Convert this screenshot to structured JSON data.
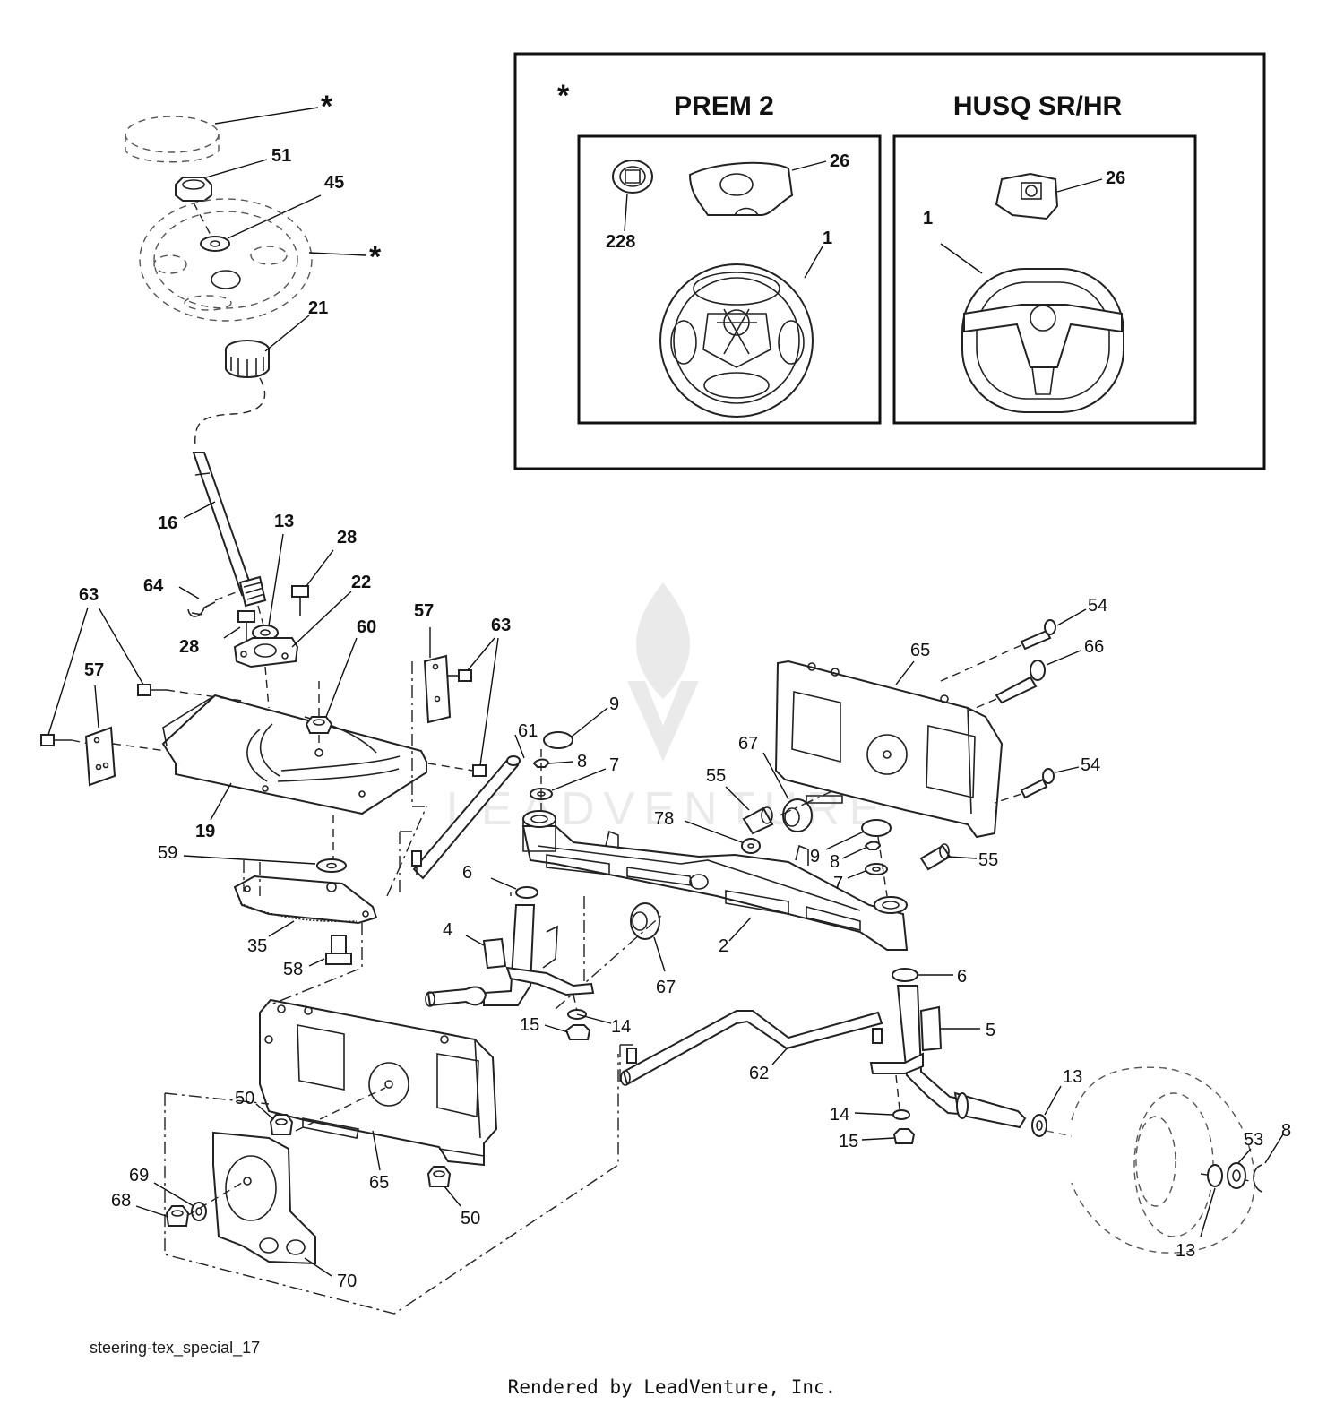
{
  "diagram": {
    "name": "steering-tex_special_17",
    "footer": "Rendered by LeadVenture, Inc.",
    "watermark": "LEADVENTURE"
  },
  "inset": {
    "star": "*",
    "panel_left": {
      "title": "PREM 2",
      "callouts": [
        "26",
        "228",
        "1"
      ]
    },
    "panel_right": {
      "title": "HUSQ SR/HR",
      "callouts": [
        "26",
        "1"
      ]
    }
  },
  "callouts": {
    "c_star_cap": "*",
    "c_star_wheel": "*",
    "c51": "51",
    "c45": "45",
    "c21": "21",
    "c16": "16",
    "c13a": "13",
    "c28a": "28",
    "c64": "64",
    "c22": "22",
    "c28b": "28",
    "c63a": "63",
    "c57a": "57",
    "c60": "60",
    "c57b": "57",
    "c63b": "63",
    "c19": "19",
    "c59": "59",
    "c35": "35",
    "c58": "58",
    "c61": "61",
    "c9a": "9",
    "c8a": "8",
    "c7a": "7",
    "c6a": "6",
    "c4": "4",
    "c67a": "67",
    "c55a": "55",
    "c78": "78",
    "c9b": "9",
    "c8b": "8",
    "c7b": "7",
    "c55b": "55",
    "c2": "2",
    "c67b": "67",
    "c6b": "6",
    "c5": "5",
    "c15a": "15",
    "c14a": "14",
    "c62": "62",
    "c65a": "65",
    "c54a": "54",
    "c66": "66",
    "c54b": "54",
    "c65b": "65",
    "c50a": "50",
    "c50b": "50",
    "c69": "69",
    "c68": "68",
    "c70": "70",
    "c14b": "14",
    "c15b": "15",
    "c13b": "13",
    "c53": "53",
    "c8c": "8",
    "c13c": "13"
  }
}
